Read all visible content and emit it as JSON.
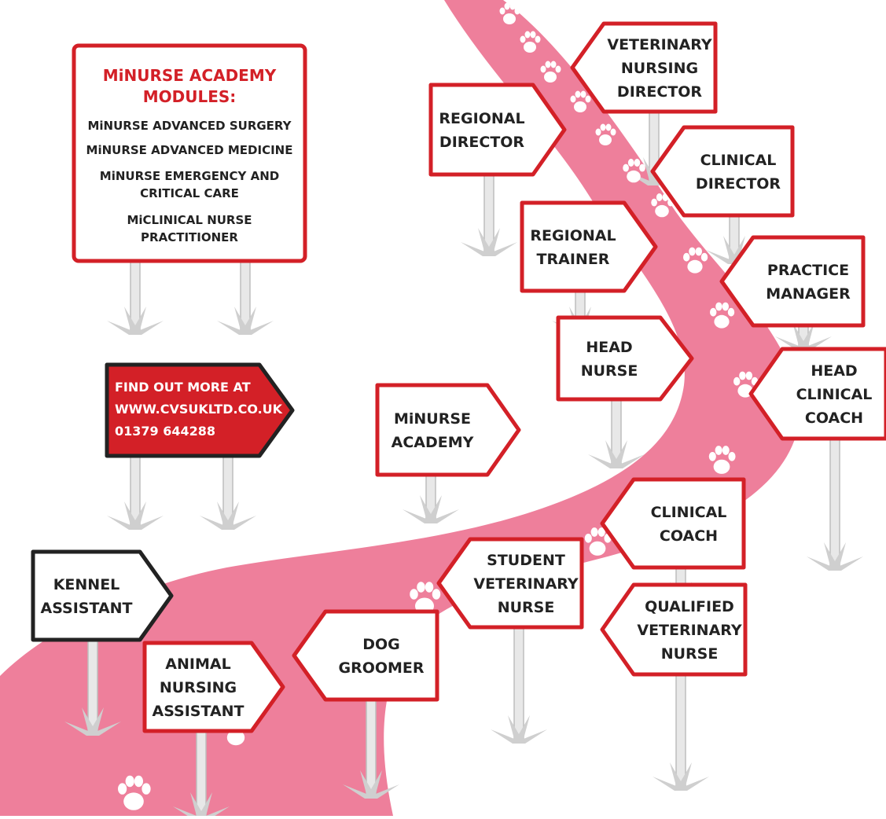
{
  "colors": {
    "path": "#ee7f9b",
    "red": "#d32027",
    "dark": "#222222",
    "text": "#222222",
    "pole": "#d8d8d8",
    "paw": "#ffffff"
  },
  "modules": {
    "title": [
      "MiNURSE ACADEMY",
      "MODULES:"
    ],
    "items": [
      "MiNURSE ADVANCED SURGERY",
      "MiNURSE ADVANCED MEDICINE",
      "MiNURSE EMERGENCY AND",
      "CRITICAL CARE",
      "MiCLINICAL NURSE",
      "PRACTITIONER"
    ]
  },
  "cta": {
    "lines": [
      "FIND OUT MORE AT",
      "WWW.CVSUKLTD.CO.UK",
      "01379 644288"
    ]
  },
  "signs": [
    {
      "id": "veterinary-nursing-director",
      "lines": [
        "VETERINARY",
        "NURSING",
        "DIRECTOR"
      ]
    },
    {
      "id": "regional-director",
      "lines": [
        "REGIONAL",
        "DIRECTOR"
      ]
    },
    {
      "id": "clinical-director",
      "lines": [
        "CLINICAL",
        "DIRECTOR"
      ]
    },
    {
      "id": "regional-trainer",
      "lines": [
        "REGIONAL",
        "TRAINER"
      ]
    },
    {
      "id": "practice-manager",
      "lines": [
        "PRACTICE",
        "MANAGER"
      ]
    },
    {
      "id": "head-nurse",
      "lines": [
        "HEAD",
        "NURSE"
      ]
    },
    {
      "id": "head-clinical-coach",
      "lines": [
        "HEAD",
        "CLINICAL",
        "COACH"
      ]
    },
    {
      "id": "minurse-academy",
      "lines": [
        "MiNURSE",
        "ACADEMY"
      ]
    },
    {
      "id": "clinical-coach",
      "lines": [
        "CLINICAL",
        "COACH"
      ]
    },
    {
      "id": "student-veterinary-nurse",
      "lines": [
        "STUDENT",
        "VETERINARY",
        "NURSE"
      ]
    },
    {
      "id": "qualified-veterinary-nurse",
      "lines": [
        "QUALIFIED",
        "VETERINARY",
        "NURSE"
      ]
    },
    {
      "id": "kennel-assistant",
      "lines": [
        "KENNEL",
        "ASSISTANT"
      ]
    },
    {
      "id": "dog-groomer",
      "lines": [
        "DOG",
        "GROOMER"
      ]
    },
    {
      "id": "animal-nursing-assistant",
      "lines": [
        "ANIMAL",
        "NURSING",
        "ASSISTANT"
      ]
    }
  ]
}
